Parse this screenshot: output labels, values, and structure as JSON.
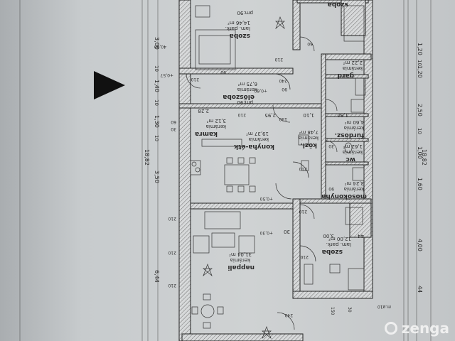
{
  "rooms": {
    "szoba_top": {
      "name": "szoba",
      "desc1": "lam. park.",
      "area": "14,46 m²",
      "dims": "pm:90"
    },
    "szoba_top_right": {
      "name": "szoba"
    },
    "garderob": {
      "name": "gard",
      "area": "2,22 m²",
      "desc": "kerámia"
    },
    "eloszoba": {
      "name": "előszoba",
      "desc": "kerámia",
      "area": "6,75 m²",
      "dims": "pm:90"
    },
    "kamra": {
      "name": "kamra",
      "desc": "kerámia",
      "area": "3,12 m²",
      "dims": "2,28"
    },
    "konyha": {
      "name": "konyha-étk",
      "desc": "kerámia",
      "area": "19,37 m²"
    },
    "kozl": {
      "name": "közl.",
      "desc": "kerámia",
      "area": "7,48 m²"
    },
    "furdoszoba": {
      "name": "fürdősz.",
      "desc": "kerámia",
      "area": "4,60 m²"
    },
    "wc": {
      "name": "wc",
      "desc": "kerámia",
      "area": "1,62 m²"
    },
    "mosokonyha": {
      "name": "mosókonyha",
      "desc": "kerámia",
      "area": "3,24 m²"
    },
    "szoba_right": {
      "name": "szoba",
      "desc": "lam. park.",
      "area": "12,00 m²"
    },
    "nappali": {
      "name": "nappali",
      "desc": "kerámia",
      "area": "31,04 m²"
    }
  },
  "dims_left": [
    "3,00",
    "10",
    "1,40",
    "10",
    "1,30",
    "10",
    "3,50",
    "6,44"
  ],
  "dim_total": "18,82",
  "dims_right": [
    "1,20",
    "10",
    "2,50",
    "10",
    "1,00",
    "10",
    "1,60",
    "10",
    "4,00",
    "44"
  ],
  "openings": [
    "210",
    "90",
    "60",
    "210",
    "120",
    "210",
    "90",
    "240",
    "90",
    "210",
    "150",
    "30",
    "90",
    "210",
    "40",
    "60",
    "210",
    "90",
    "210",
    "150",
    "210",
    "60",
    "210",
    "30",
    "210",
    "90",
    "210",
    "60",
    "210",
    "3,00",
    "44",
    "30"
  ],
  "levels": [
    "+0,57",
    "+0,60",
    "+0,50",
    "+0,30",
    "40,00",
    "m.ø10"
  ],
  "dims_mid": [
    "3,00",
    "1,10",
    "1,80",
    "1,10",
    "2,95"
  ],
  "watermark": "zenga"
}
